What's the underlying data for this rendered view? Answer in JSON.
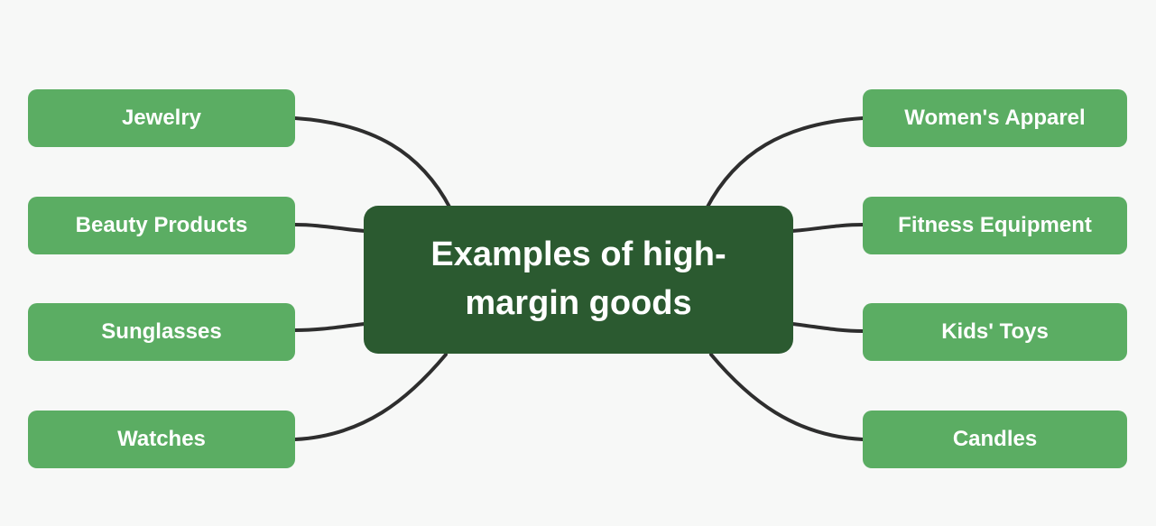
{
  "colors": {
    "background": "#f7f8f7",
    "root_fill": "#2b5a30",
    "branch_fill": "#5bad63",
    "text": "#ffffff",
    "connector": "#2e2e2e"
  },
  "root": {
    "label": "Examples of high-margin goods"
  },
  "branches": {
    "left": [
      {
        "label": "Jewelry"
      },
      {
        "label": "Beauty Products"
      },
      {
        "label": "Sunglasses"
      },
      {
        "label": "Watches"
      }
    ],
    "right": [
      {
        "label": "Women's Apparel"
      },
      {
        "label": "Fitness Equipment"
      },
      {
        "label": "Kids' Toys"
      },
      {
        "label": "Candles"
      }
    ]
  }
}
